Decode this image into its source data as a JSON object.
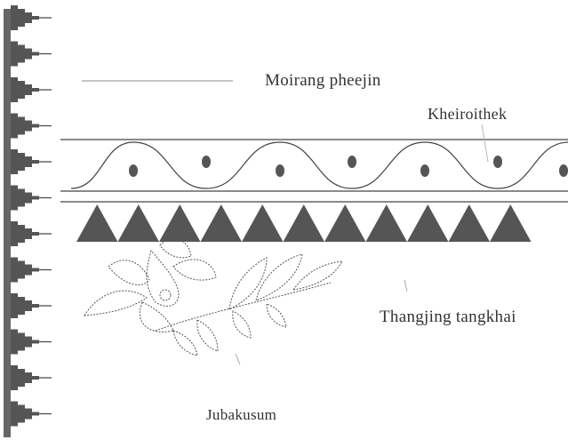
{
  "labels": {
    "moirang_phee": "Moirang pheejin",
    "kheiroithek": "Kheiroithek",
    "thangjing": "Thangjing tangkhai",
    "jubakusum": "Jubakusum"
  },
  "colors": {
    "motif_fill": "#555555",
    "line": "#444444",
    "text": "#333333"
  }
}
